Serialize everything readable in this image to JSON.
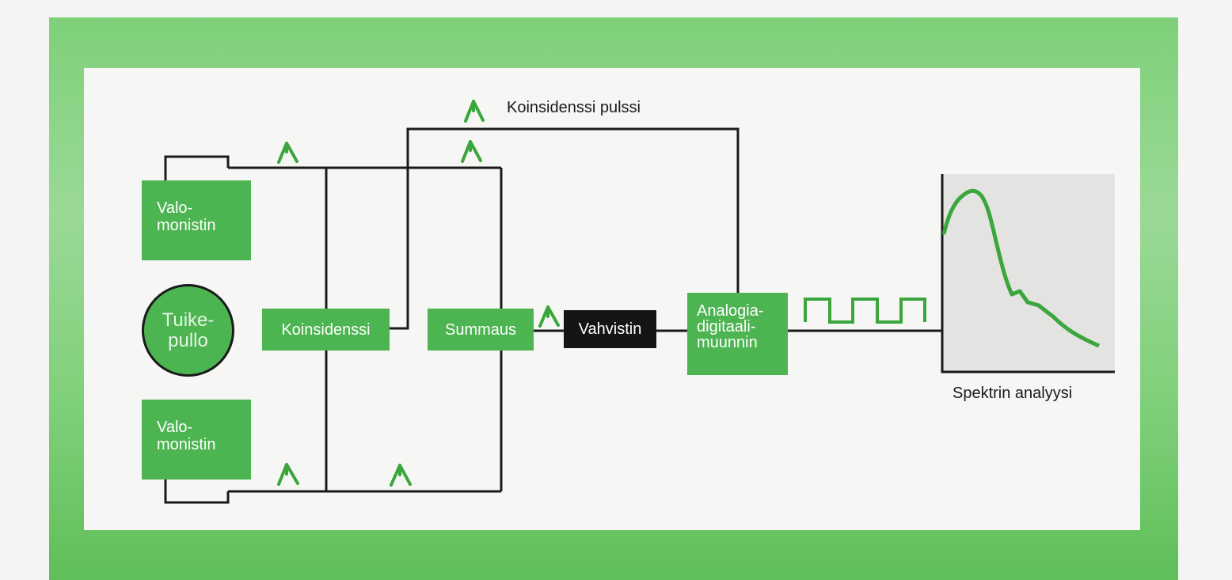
{
  "colors": {
    "frame_green": "#7fd07a",
    "box_green": "#4cb450",
    "wire": "#1a1a1a",
    "signal_green": "#3aa63c",
    "amplifier": "#151515",
    "plot_bg": "#e3e3e1"
  },
  "blocks": {
    "pmt_top": [
      "Valo-",
      "monistin"
    ],
    "pmt_bottom": [
      "Valo-",
      "monistin"
    ],
    "vial": [
      "Tuike-",
      "pullo"
    ],
    "coincidence": "Koinsidenssi",
    "summation": "Summaus",
    "amplifier": "Vahvistin",
    "adc": [
      "Analogia-",
      "digitaali-",
      "muunnin"
    ]
  },
  "labels": {
    "coincidence_pulse": "Koinsidenssi pulssi",
    "spectrum": "Spektrin analyysi"
  },
  "icons": [
    "pulse-icon",
    "square-wave-icon",
    "spectrum-curve-icon"
  ]
}
